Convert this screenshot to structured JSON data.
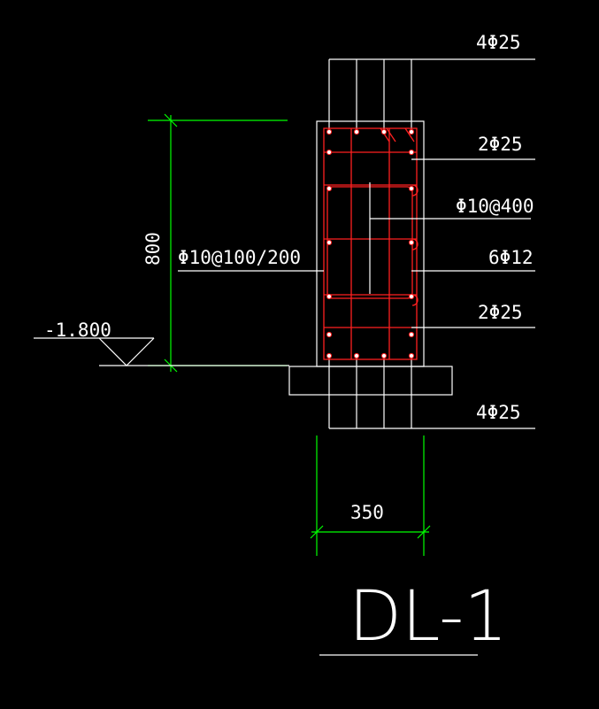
{
  "drawing": {
    "title": "DL-1",
    "width_dim": "350",
    "height_dim": "800",
    "elevation": "-1.800",
    "rebar_labels": {
      "top_bars": "4Φ25",
      "top_second_row": "2Φ25",
      "tie_bars": "Φ10@400",
      "waist_bars": "6Φ12",
      "bottom_second_row": "2Φ25",
      "bottom_bars": "4Φ25",
      "stirrups": "Φ10@100/200"
    },
    "colors": {
      "background": "#000000",
      "outline": "#ffffff",
      "rebar": "#ff0000",
      "dimension": "#00ff00"
    }
  }
}
